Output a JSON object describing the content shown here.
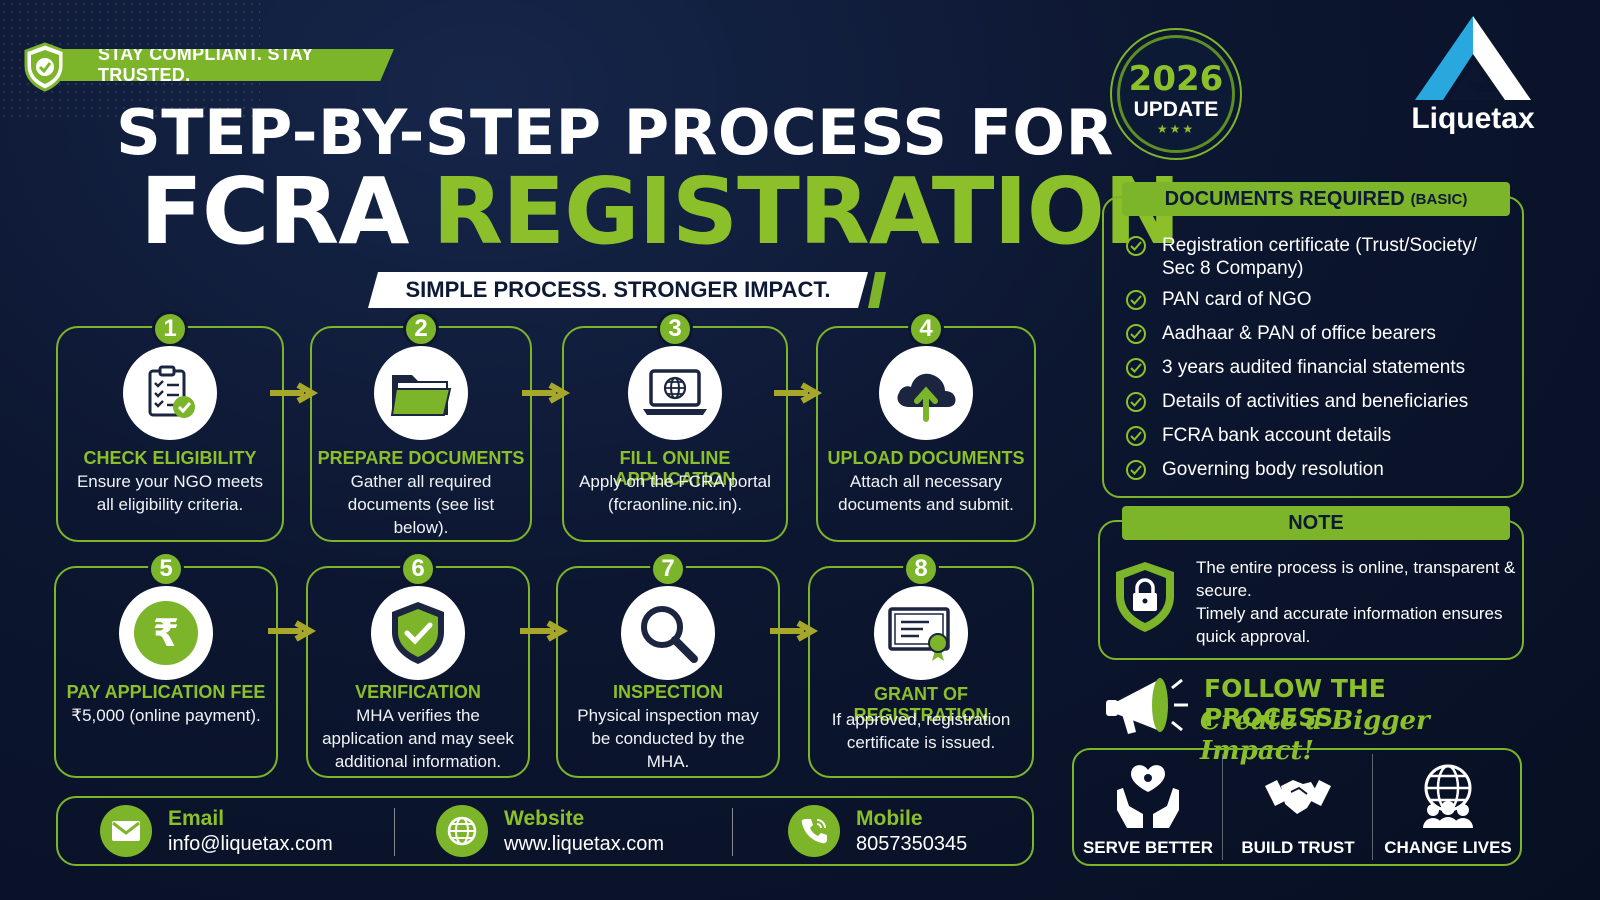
{
  "badge": {
    "text": "STAY COMPLIANT. STAY TRUSTED."
  },
  "header": {
    "title_line1": "STEP-BY-STEP PROCESS FOR",
    "title_line2a": "FCRA",
    "title_line2b": "REGISTRATION",
    "subtitle": "SIMPLE PROCESS. STRONGER IMPACT."
  },
  "steps": [
    {
      "num": "1",
      "title": "CHECK ELIGIBILITY",
      "desc": "Ensure your NGO meets all eligibility criteria.",
      "icon": "clipboard-check-icon"
    },
    {
      "num": "2",
      "title": "PREPARE DOCUMENTS",
      "desc": "Gather all required documents (see list below).",
      "icon": "folder-icon"
    },
    {
      "num": "3",
      "title": "FILL ONLINE APPLICATION",
      "desc": "Apply on the FCRA portal (fcraonline.nic.in).",
      "icon": "laptop-globe-icon"
    },
    {
      "num": "4",
      "title": "UPLOAD DOCUMENTS",
      "desc": "Attach all necessary documents and submit.",
      "icon": "cloud-upload-icon"
    },
    {
      "num": "5",
      "title": "PAY APPLICATION FEE",
      "desc": "₹5,000 (online payment).",
      "icon": "rupee-icon"
    },
    {
      "num": "6",
      "title": "VERIFICATION",
      "desc": "MHA verifies the application and may seek additional information.",
      "icon": "shield-check-icon"
    },
    {
      "num": "7",
      "title": "INSPECTION",
      "desc": "Physical inspection may be conducted by the MHA.",
      "icon": "magnifier-icon"
    },
    {
      "num": "8",
      "title": "GRANT OF REGISTRATION",
      "desc": "If approved, registration certificate is issued.",
      "icon": "certificate-icon"
    }
  ],
  "contact": {
    "email_label": "Email",
    "email_value": "info@liquetax.com",
    "website_label": "Website",
    "website_value": "www.liquetax.com",
    "mobile_label": "Mobile",
    "mobile_value": "8057350345"
  },
  "update": {
    "year": "2026",
    "label": "UPDATE",
    "stars": "★★★"
  },
  "logo": {
    "name": "Liquetax"
  },
  "documents": {
    "heading": "DOCUMENTS REQUIRED",
    "heading_suffix": "(BASIC)",
    "items": [
      "Registration certificate (Trust/Society/ Sec 8 Company)",
      "PAN card of NGO",
      "Aadhaar & PAN of office bearers",
      "3 years audited financial statements",
      "Details of activities and beneficiaries",
      "FCRA bank account details",
      "Governing body resolution"
    ]
  },
  "note": {
    "heading": "NOTE",
    "line1": "The entire process is online, transparent & secure.",
    "line2": "Timely and accurate information ensures quick approval."
  },
  "follow": {
    "line1": "FOLLOW THE PROCESS.",
    "line2": "Create a Bigger Impact!"
  },
  "values": [
    {
      "label": "SERVE BETTER",
      "icon": "hands-heart-icon"
    },
    {
      "label": "BUILD TRUST",
      "icon": "handshake-icon"
    },
    {
      "label": "CHANGE LIVES",
      "icon": "globe-people-icon"
    }
  ],
  "colors": {
    "accent": "#7db52a",
    "background": "#0c1630"
  }
}
